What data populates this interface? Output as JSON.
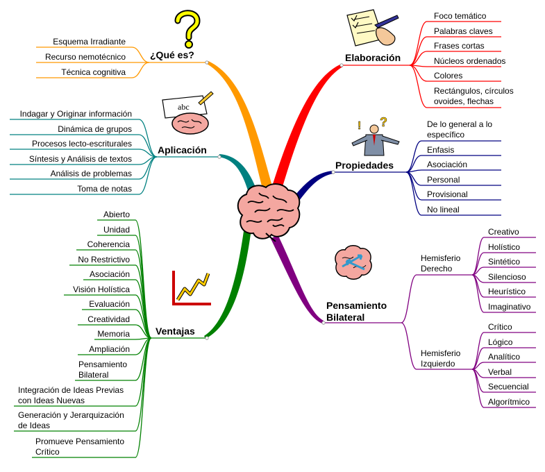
{
  "center_icon": "brain-icon",
  "colors": {
    "que_es": "#ff9900",
    "aplicacion": "#008080",
    "ventajas": "#008000",
    "elaboracion": "#ff0000",
    "propiedades": "#000080",
    "pensamiento": "#800080"
  },
  "que_es": {
    "title": "¿Qué es?",
    "icon": "question-mark-icon",
    "items": [
      "Esquema Irradiante",
      "Recurso nemotécnico",
      "Técnica cognitiva"
    ]
  },
  "aplicacion": {
    "title": "Aplicación",
    "icon": "brain-writing-icon",
    "items": [
      "Indagar y Originar información",
      "Dinámica de grupos",
      "Procesos lecto-escriturales",
      "Síntesis y Análisis de textos",
      "Análisis de problemas",
      "Toma de notas"
    ]
  },
  "ventajas": {
    "title": "Ventajas",
    "icon": "growth-arrow-icon",
    "items": [
      [
        "Abierto"
      ],
      [
        "Unidad"
      ],
      [
        "Coherencia"
      ],
      [
        "No Restrictivo"
      ],
      [
        "Asociación"
      ],
      [
        "Visión Holística"
      ],
      [
        "Evaluación"
      ],
      [
        "Creatividad"
      ],
      [
        "Memoria"
      ],
      [
        "Ampliación"
      ],
      [
        "Pensamiento",
        "Bilateral"
      ],
      [
        "Integración de Ideas Previas",
        "con Ideas Nuevas"
      ],
      [
        "Generación y Jerarquización",
        "de Ideas"
      ],
      [
        "Promueve Pensamiento",
        "Crítico"
      ]
    ]
  },
  "elaboracion": {
    "title": "Elaboración",
    "icon": "checklist-hand-icon",
    "items": [
      [
        "Foco temático"
      ],
      [
        "Palabras claves"
      ],
      [
        "Frases cortas"
      ],
      [
        "Núcleos ordenados"
      ],
      [
        "Colores"
      ],
      [
        "Rectángulos, círculos",
        "ovoides, flechas"
      ]
    ]
  },
  "propiedades": {
    "title": "Propiedades",
    "icon": "thinking-man-icon",
    "items": [
      [
        "De lo general a lo",
        "específico"
      ],
      [
        "Enfasis"
      ],
      [
        "Asociación"
      ],
      [
        "Personal"
      ],
      [
        "Provisional"
      ],
      [
        "No lineal"
      ]
    ]
  },
  "pensamiento": {
    "title": [
      "Pensamiento",
      "Bilateral"
    ],
    "icon": "brain-arrows-icon",
    "derecho": {
      "label": [
        "Hemisferio",
        "Derecho"
      ],
      "items": [
        "Creativo",
        "Holístico",
        "Sintético",
        "Silencioso",
        "Heurístico",
        "Imaginativo"
      ]
    },
    "izquierdo": {
      "label": [
        "Hemisferio",
        "Izquierdo"
      ],
      "items": [
        "Crítico",
        "Lógico",
        "Analítico",
        "Verbal",
        "Secuencial",
        "Algorítmico"
      ]
    }
  }
}
